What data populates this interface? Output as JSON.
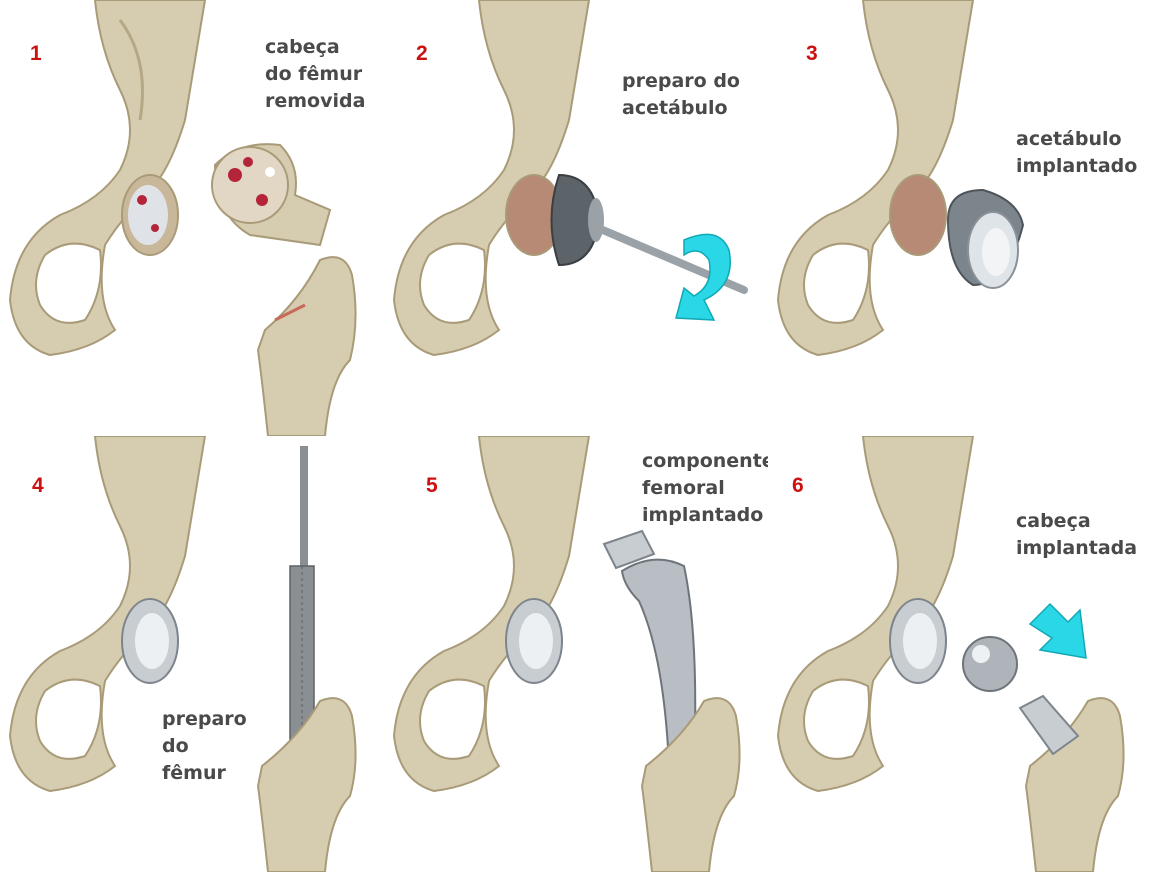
{
  "colors": {
    "bone": "#d6ccb0",
    "bone_shadow": "#b5a886",
    "bone_highlight": "#e7dfc8",
    "metal": "#c8cdd2",
    "metal_dark": "#7d858c",
    "rasp": "#8a8f94",
    "cartilage_red": "#b4253a",
    "arrow": "#29d7e6",
    "step_number": "#cc1111",
    "caption": "#4a4a4a"
  },
  "steps": [
    {
      "number": "1",
      "caption": "cabeça\ndo fêmur\nremovida"
    },
    {
      "number": "2",
      "caption": "preparo do\nacetábulo"
    },
    {
      "number": "3",
      "caption": "acetábulo\nimplantado"
    },
    {
      "number": "4",
      "caption": "preparo\ndo\nfêmur"
    },
    {
      "number": "5",
      "caption": "componente\nfemoral\nimplantado"
    },
    {
      "number": "6",
      "caption": "cabeça\nimplantada"
    }
  ]
}
